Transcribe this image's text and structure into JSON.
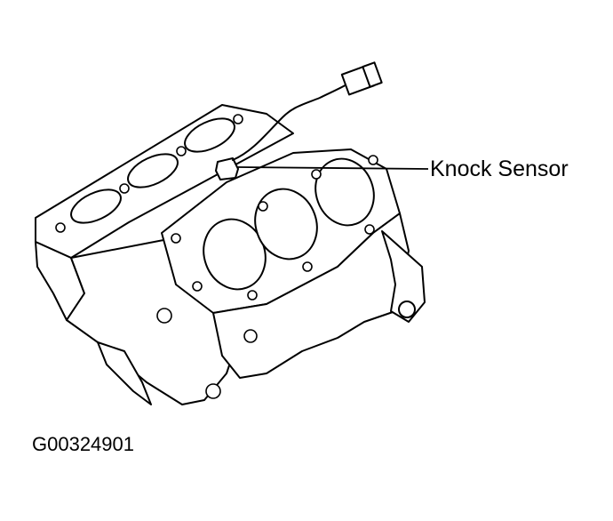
{
  "diagram": {
    "callout_label": "Knock Sensor",
    "figure_id": "G00324901",
    "subject_icon": "engine-block-illustration",
    "line_color": "#000000",
    "background": "#ffffff"
  }
}
